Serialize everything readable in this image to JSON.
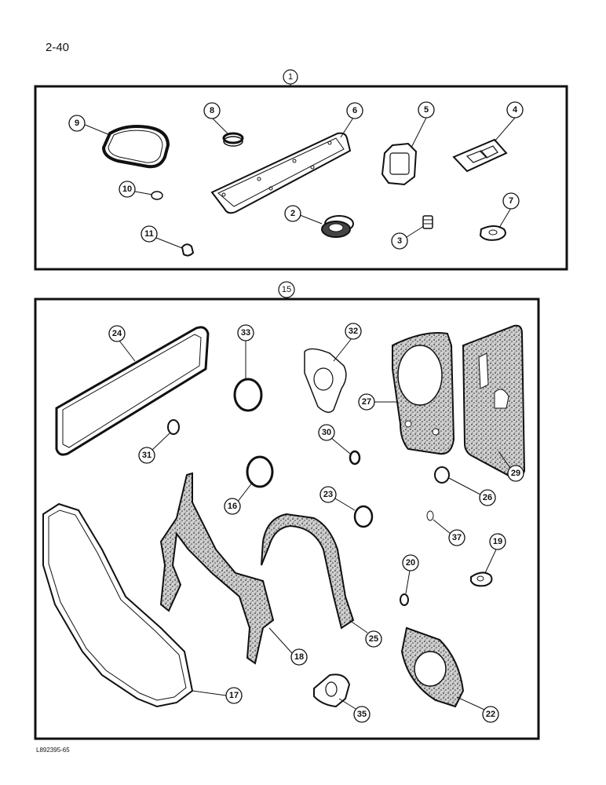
{
  "page": {
    "page_number": "2-40",
    "figure_code": "L892395-65"
  },
  "kits": {
    "upper_kit_label": "1",
    "lower_kit_label": "15"
  },
  "callouts": {
    "c2": "2",
    "c3": "3",
    "c4": "4",
    "c5": "5",
    "c6": "6",
    "c7": "7",
    "c8": "8",
    "c9": "9",
    "c10": "10",
    "c11": "11",
    "c16": "16",
    "c17": "17",
    "c18": "18",
    "c19": "19",
    "c20": "20",
    "c22": "22",
    "c23": "23",
    "c24": "24",
    "c25": "25",
    "c26": "26",
    "c27": "27",
    "c29": "29",
    "c30": "30",
    "c31": "31",
    "c32": "32",
    "c33": "33",
    "c35": "35",
    "c37": "37"
  },
  "colors": {
    "ink": "#111111",
    "speckle_fill": "#9a9a9a",
    "paper": "#ffffff"
  }
}
